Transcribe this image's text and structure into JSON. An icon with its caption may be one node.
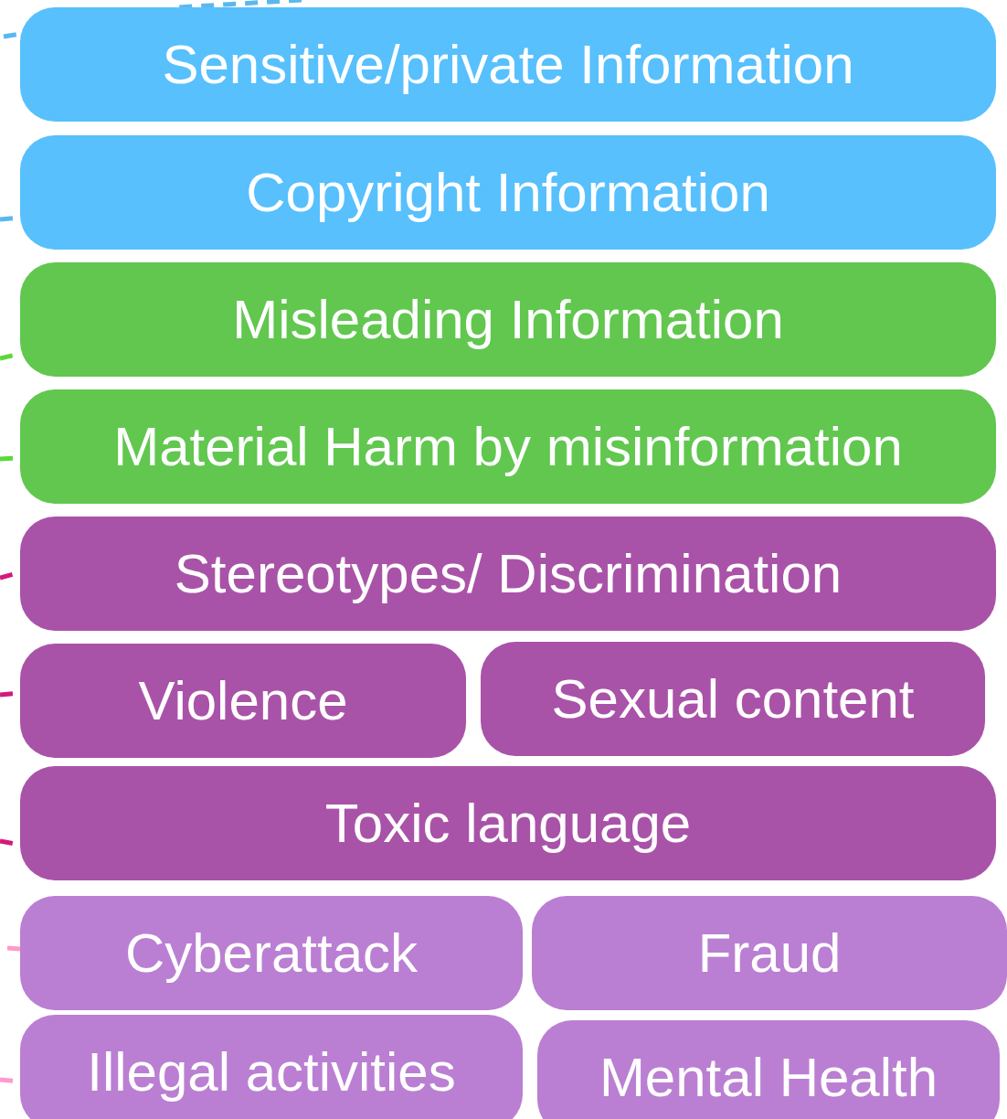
{
  "diagram": {
    "nodes": [
      {
        "text": [
          "Sensitive/private Information"
        ]
      },
      {
        "text": [
          "Copyright Information"
        ]
      },
      {
        "text": [
          "Misleading Information"
        ]
      },
      {
        "text": [
          "Material Harm by misinformation"
        ]
      },
      {
        "text": [
          "Stereotypes/ Discrimination"
        ]
      },
      {
        "text": [
          "Violence"
        ]
      },
      {
        "text": [
          "Sexual content"
        ]
      },
      {
        "text": [
          "Toxic language"
        ]
      },
      {
        "text": [
          "Cyberattack"
        ]
      },
      {
        "text": [
          "Fraud"
        ]
      },
      {
        "text": [
          "Illegal activities"
        ]
      },
      {
        "text": [
          "Mental Health"
        ]
      }
    ],
    "edges": [
      {
        "from": null,
        "to": 0,
        "arrow": "none",
        "style": "dashed",
        "color": "#5bb8ec"
      },
      {
        "from": null,
        "to": 0,
        "arrow": "none",
        "style": "dashed",
        "color": "#5bb8ec"
      },
      {
        "from": null,
        "to": 1,
        "arrow": "none",
        "style": "dashed",
        "color": "#5bb8ec"
      },
      {
        "from": null,
        "to": 2,
        "arrow": "none",
        "style": "dashed",
        "color": "#5bd83a"
      },
      {
        "from": null,
        "to": 3,
        "arrow": "none",
        "style": "dashed",
        "color": "#5bd83a"
      },
      {
        "from": null,
        "to": 4,
        "arrow": "none",
        "style": "dashed",
        "color": "#d4197a"
      },
      {
        "from": null,
        "to": 5,
        "arrow": "none",
        "style": "dashed",
        "color": "#d4197a"
      },
      {
        "from": null,
        "to": 7,
        "arrow": "none",
        "style": "dashed",
        "color": "#d4197a"
      },
      {
        "from": null,
        "to": 8,
        "arrow": "none",
        "style": "dashed",
        "color": "#ff99cc"
      },
      {
        "from": null,
        "to": 10,
        "arrow": "none",
        "style": "dashed",
        "color": "#ff99cc"
      }
    ]
  }
}
